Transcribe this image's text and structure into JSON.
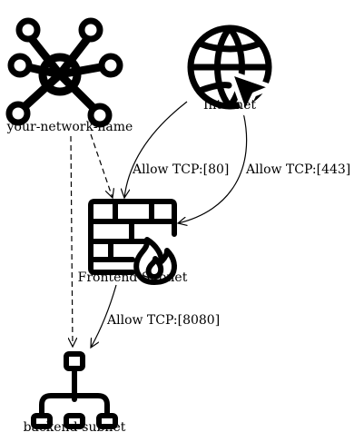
{
  "nodes": {
    "network": {
      "label": "your-network-name",
      "icon": "network-hub-icon"
    },
    "internet": {
      "label": "Internet",
      "icon": "globe-cursor-icon"
    },
    "frontend": {
      "label": "Frontend Subnet",
      "icon": "firewall-icon"
    },
    "backend": {
      "label": "backend-subnet",
      "icon": "hierarchy-icon"
    }
  },
  "edges": [
    {
      "from": "internet",
      "to": "frontend",
      "label": "Allow TCP:[80]",
      "style": "solid"
    },
    {
      "from": "internet",
      "to": "frontend",
      "label": "Allow TCP:[443]",
      "style": "solid"
    },
    {
      "from": "frontend",
      "to": "backend",
      "label": "Allow TCP:[8080]",
      "style": "solid"
    },
    {
      "from": "network",
      "to": "frontend",
      "label": "",
      "style": "dashed"
    },
    {
      "from": "network",
      "to": "backend",
      "label": "",
      "style": "dashed"
    }
  ]
}
